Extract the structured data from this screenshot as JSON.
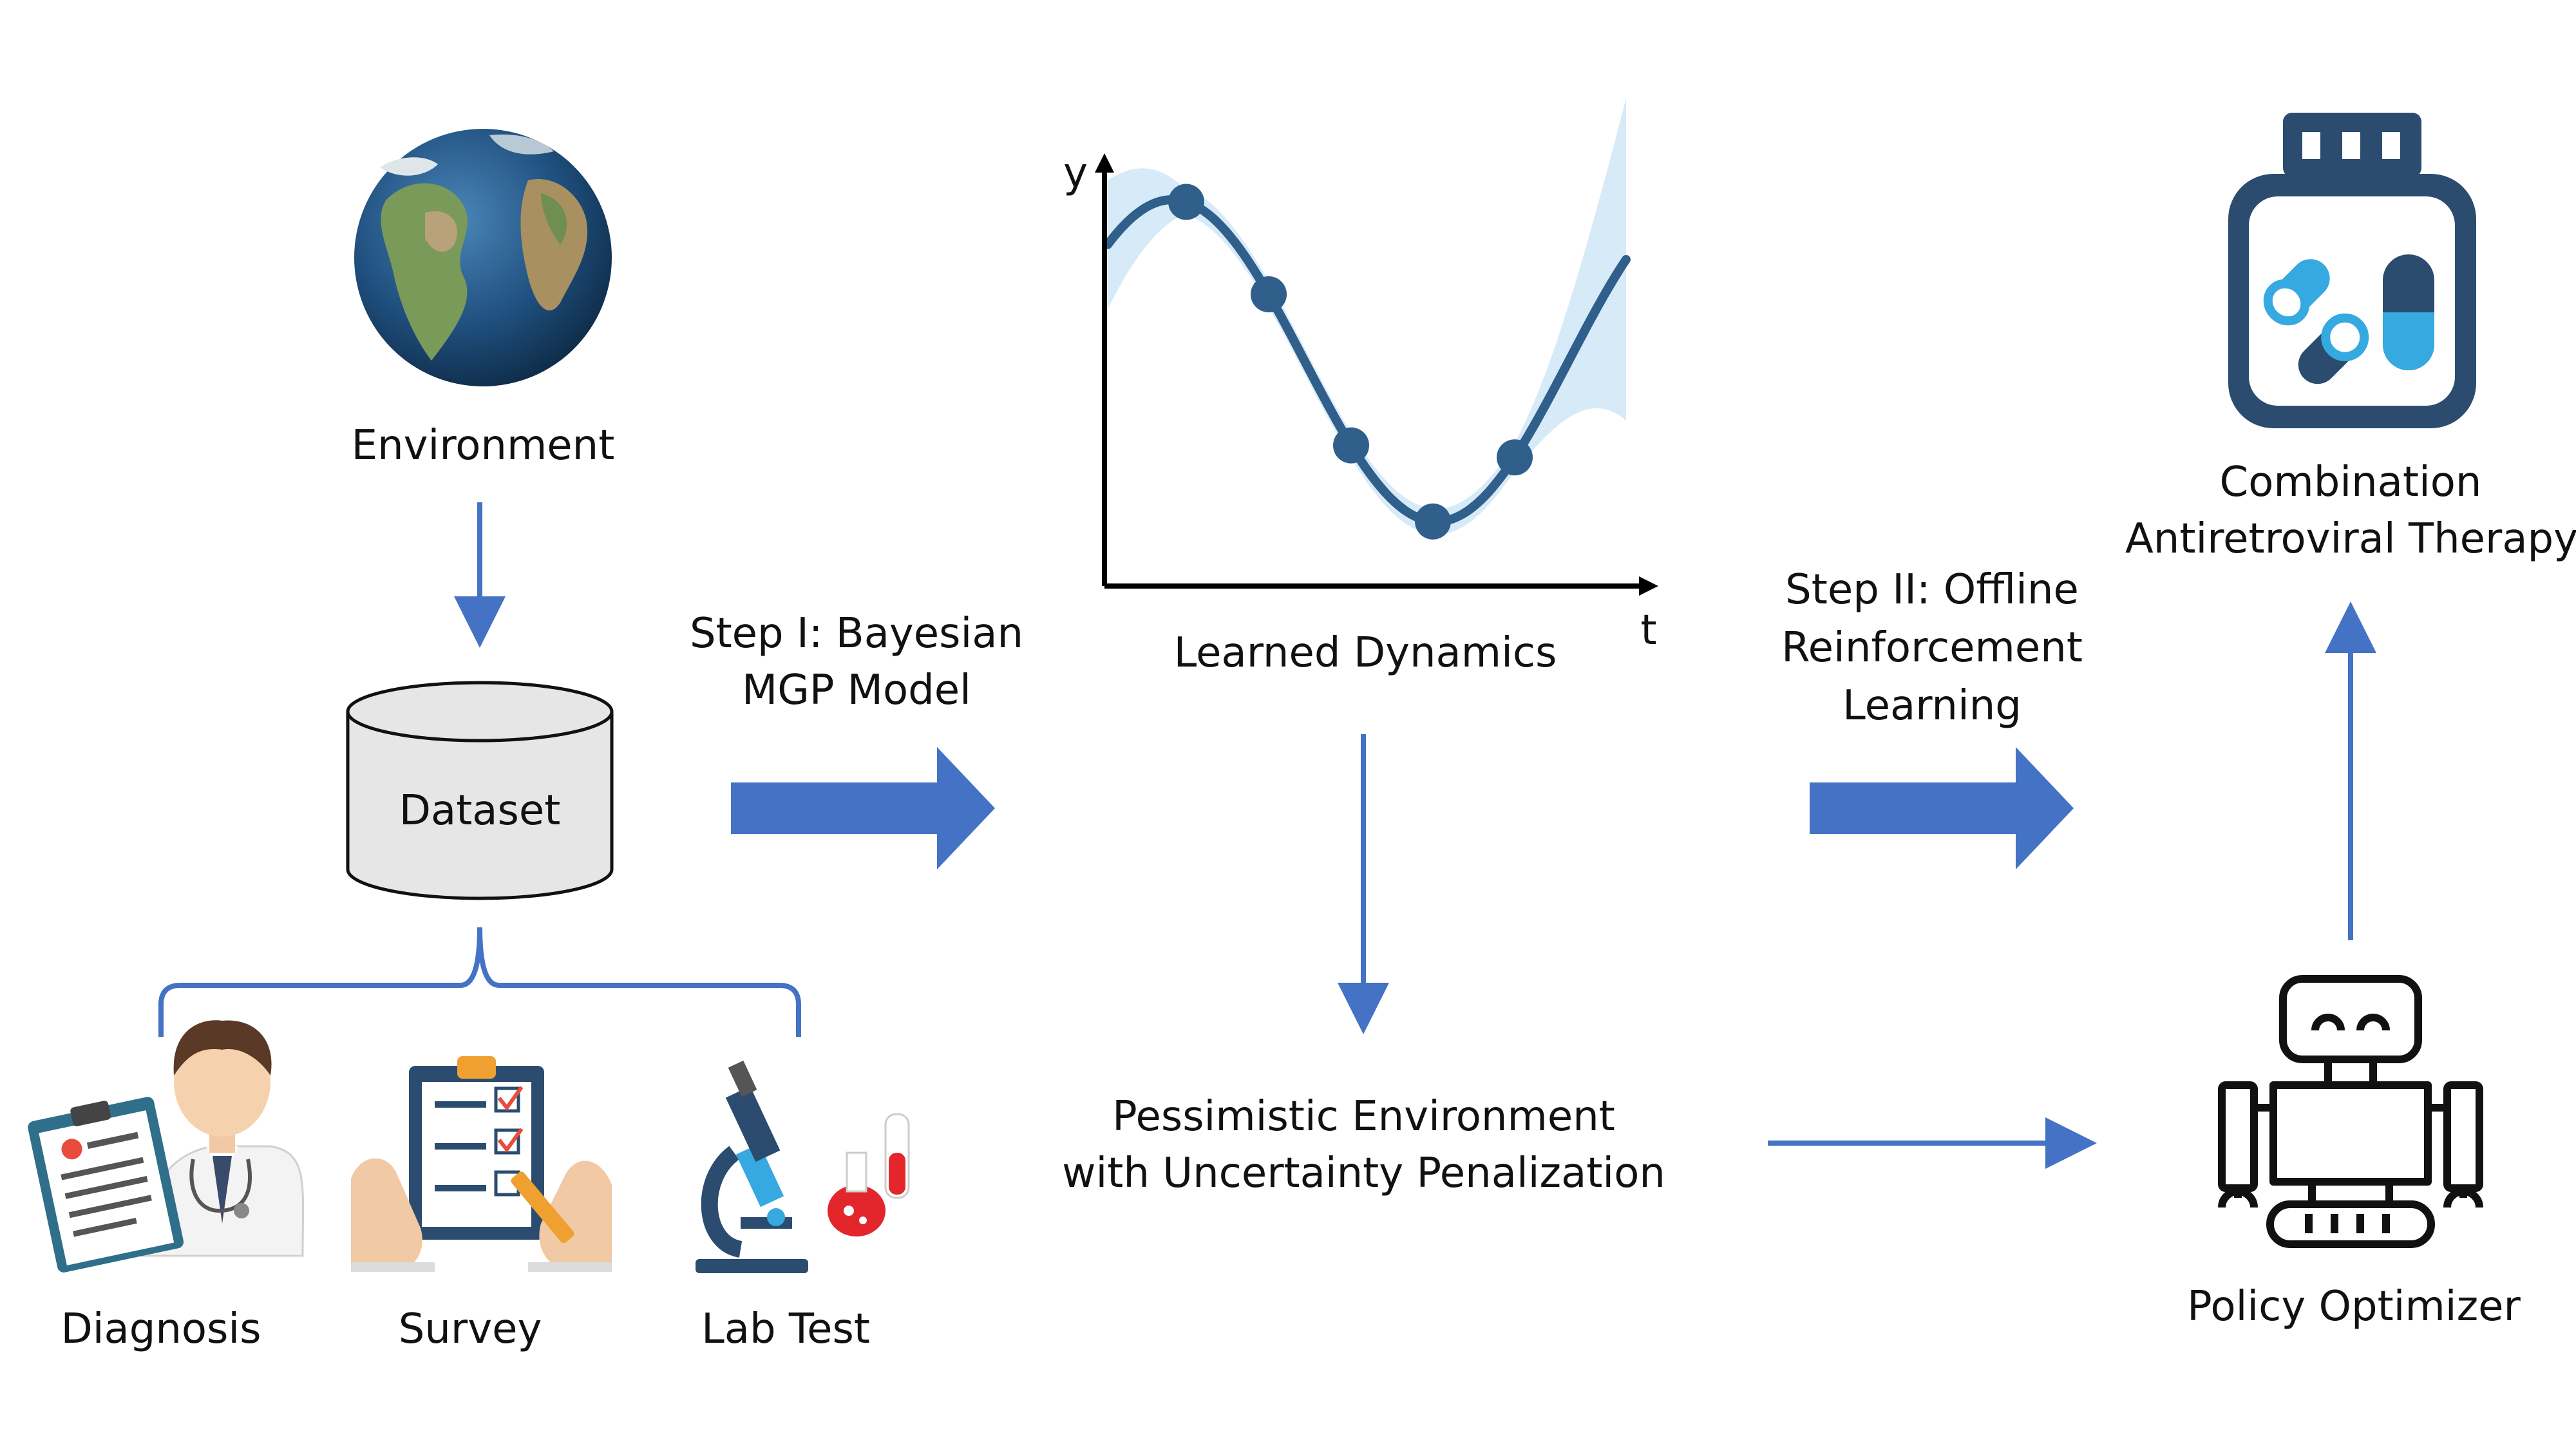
{
  "environment": {
    "label": "Environment"
  },
  "dataset": {
    "label": "Dataset"
  },
  "sources": [
    {
      "label": "Diagnosis",
      "icon": "doctor-clipboard-icon"
    },
    {
      "label": "Survey",
      "icon": "checklist-survey-icon"
    },
    {
      "label": "Lab Test",
      "icon": "microscope-flask-icon"
    }
  ],
  "step1": {
    "line1": "Step I: Bayesian",
    "line2": "MGP Model"
  },
  "learned_dynamics": {
    "label": "Learned Dynamics",
    "ylabel": "y",
    "xlabel": "t"
  },
  "pessimistic": {
    "line1": "Pessimistic Environment",
    "line2": "with Uncertainty Penalization"
  },
  "step2": {
    "line1": "Step II: Offline",
    "line2": "Reinforcement",
    "line3": "Learning"
  },
  "therapy": {
    "line1": "Combination",
    "line2": "Antiretroviral Therapy",
    "icon": "pill-bottle-icon"
  },
  "optimizer": {
    "label": "Policy Optimizer",
    "icon": "robot-icon"
  },
  "colors": {
    "arrow": "#4472c4",
    "curve": "#2f5f8a",
    "band": "#d6eaf8",
    "pill_light": "#36a9e1",
    "pill_dark": "#2b4c6f"
  }
}
